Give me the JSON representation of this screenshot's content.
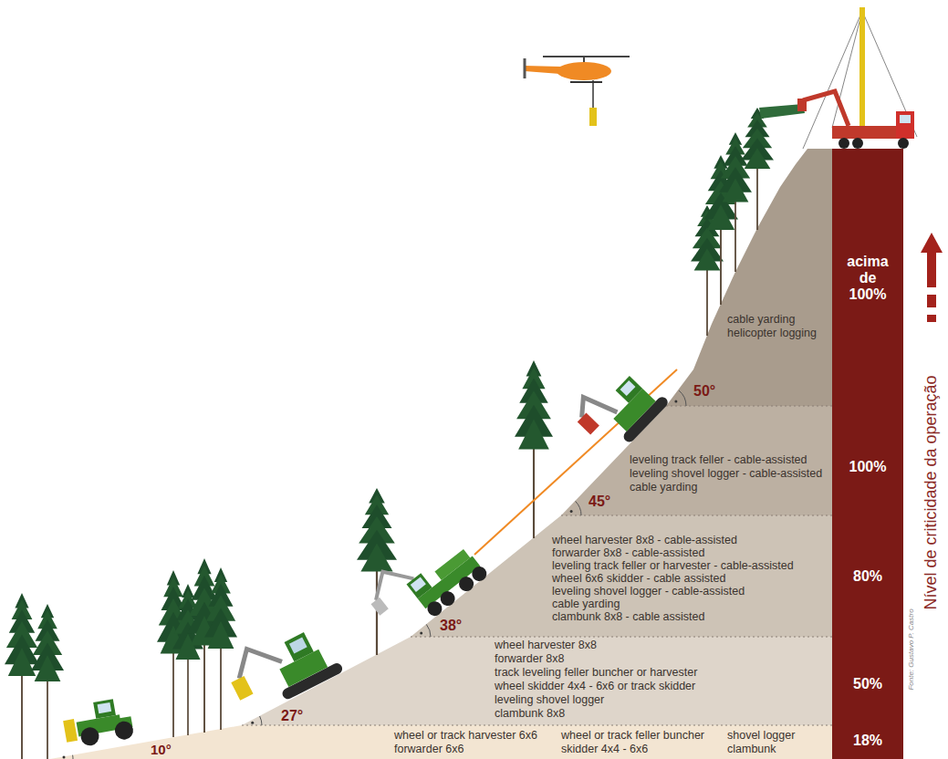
{
  "diagram": {
    "nodes": [
      {
        "text": [
          "cable yarding",
          "helicopter logging"
        ]
      },
      {
        "text": [
          "leveling track feller - cable-assisted",
          "leveling shovel logger - cable-assisted",
          "cable yarding"
        ]
      },
      {
        "text": [
          "wheel harvester 8x8 - cable-assisted",
          "forwarder 8x8 - cable-assisted",
          "leveling track feller or harvester - cable-assisted",
          "wheel 6x6 skidder - cable assisted",
          "leveling shovel logger - cable-assisted",
          "cable yarding",
          "clambunk 8x8 - cable assisted"
        ]
      },
      {
        "text": [
          "wheel harvester 8x8",
          "forwarder 8x8",
          "track leveling feller buncher or harvester",
          "wheel skidder 4x4 - 6x6 or track skidder",
          "leveling shovel logger",
          "clambunk 8x8"
        ]
      },
      {
        "text": [
          "wheel or track harvester 6x6",
          "forwarder 6x6",
          "wheel or track feller buncher",
          "skidder 4x4 - 6x6",
          "shovel logger",
          "clambunk"
        ]
      }
    ],
    "labels": [
      "acima de 100%",
      "100%",
      "80%",
      "50%",
      "18%",
      "50°",
      "45°",
      "38°",
      "27°",
      "10°",
      "Nível de criticidade da operação",
      "Fonte: Gustavo P. Castro"
    ]
  }
}
